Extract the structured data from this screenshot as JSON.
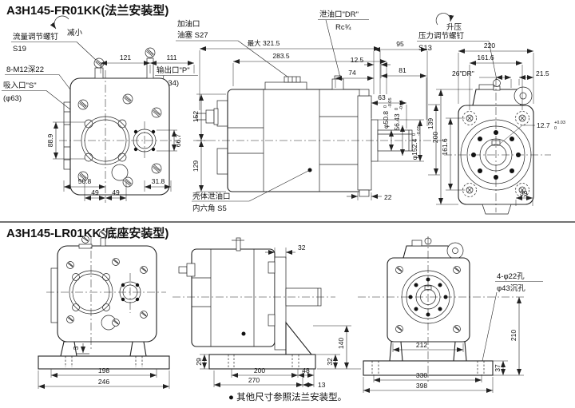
{
  "fr": {
    "title": "A3H145-FR01KK(法兰安装型)",
    "labels": {
      "decrease": "减小",
      "flow_screw": "流量调节螺钉",
      "flow_screw_size": "S19",
      "bolt_holes": "8-M12深22",
      "suction": "吸入口\"S\"",
      "suction_dia": "(φ63)",
      "outlet": "输出口\"P\"",
      "outlet_dia": "(φ34)",
      "fill_port": "加油口",
      "fill_plug": "油塞 S27",
      "drain": "泄油口\"DR\"",
      "drain_thread": "Rc¾",
      "increase": "升压",
      "pressure_screw": "压力调节螺钉",
      "pressure_screw_size": "S13",
      "case_drain": "壳体泄油口",
      "case_drain_hex": "内六角 S5"
    },
    "rear": {
      "w1": "121",
      "w2": "111",
      "hl": "88.9",
      "hr": "66.7",
      "b1": "50.8",
      "b2": "31.8",
      "b3": "49",
      "b4": "49"
    },
    "side": {
      "max": "最大 321.5",
      "l2": "283.5",
      "d74": "74",
      "d95": "95",
      "d125": "12.5",
      "d81": "81",
      "d63": "63",
      "h1": "152",
      "h2": "129",
      "d22": "22",
      "d139": "139",
      "shaft": {
        "v": "φ50.8",
        "u": "0",
        "l": "-0.05"
      },
      "key": {
        "v": "56.43",
        "u": "0",
        "l": "-0.18"
      },
      "spigot": {
        "v": "φ152.4",
        "u": "0",
        "l": "-0.05"
      }
    },
    "front": {
      "w1": "220",
      "w2": "161.6",
      "dr": "26\"DR\"",
      "d215": "21.5",
      "h1": "200",
      "h2": "161.6",
      "d39": "39",
      "kw": {
        "v": "12.7",
        "u": "+0.03",
        "l": "0"
      }
    }
  },
  "lr": {
    "title": "A3H145-LR01KK(底座安装型)",
    "labels": {
      "holes": "4-φ22孔",
      "cbore": "φ43沉孔"
    },
    "rear": {
      "d3": "3",
      "d198": "198",
      "d246": "246"
    },
    "side": {
      "t32": "32",
      "r140": "140",
      "r32": "32",
      "l29": "29",
      "d200": "200",
      "d48": "48",
      "d270": "270",
      "d13": "13"
    },
    "front": {
      "d212": "212",
      "d330": "330",
      "d398": "398",
      "d37": "37",
      "d210": "210"
    }
  },
  "note": "● 其他尺寸参照法兰安装型。"
}
